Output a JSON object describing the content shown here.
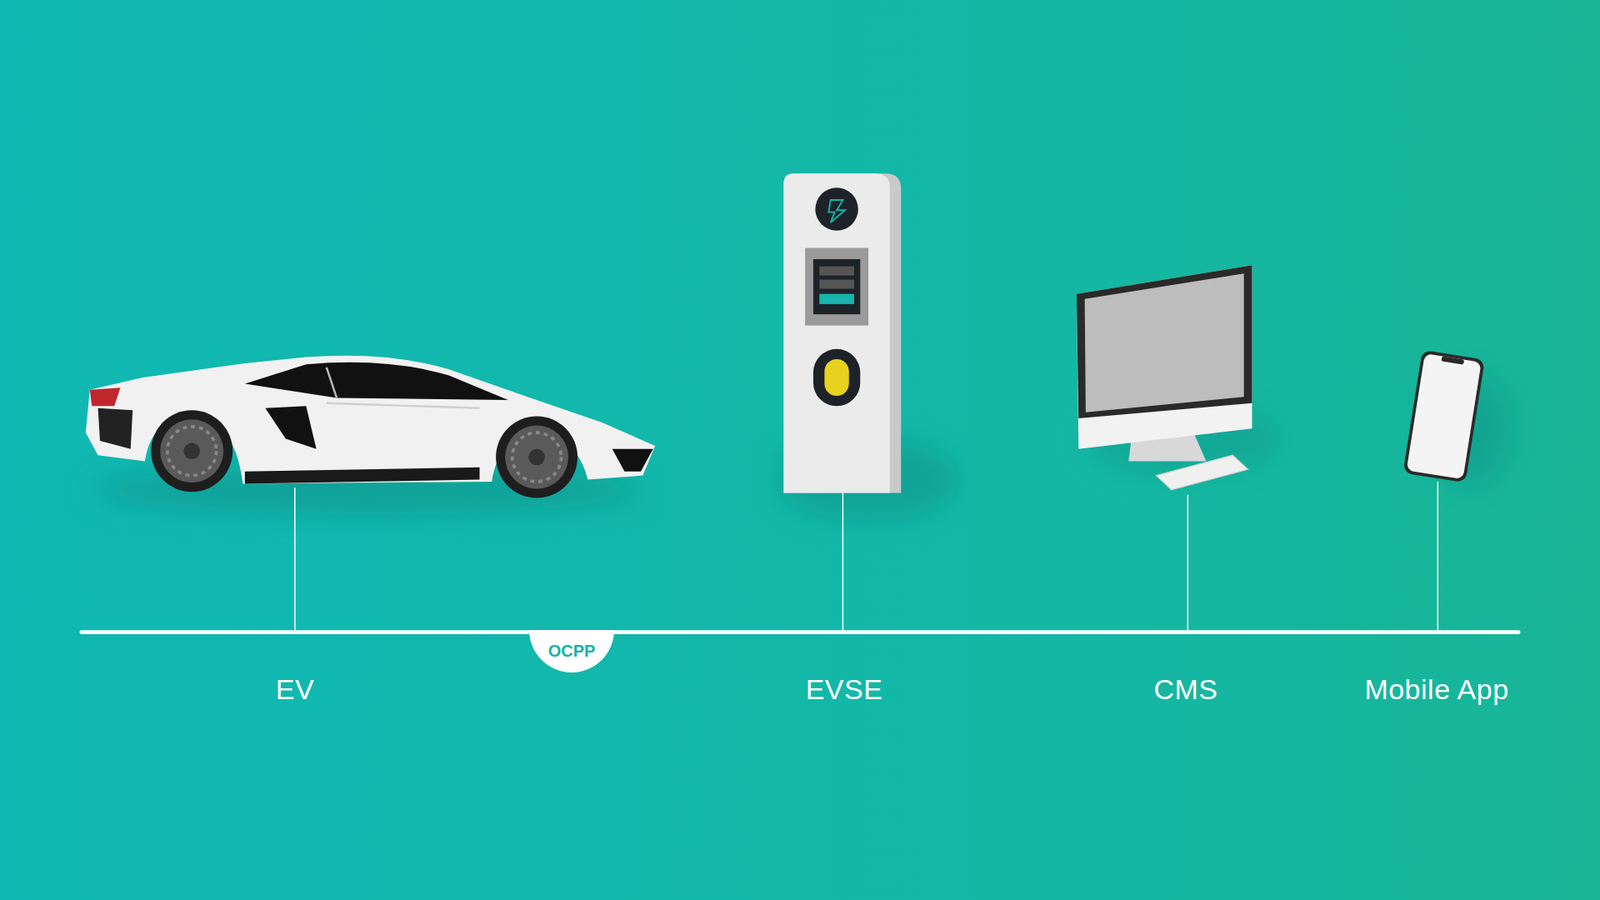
{
  "diagram": {
    "nodes": [
      {
        "text": [
          "OCPP"
        ]
      }
    ],
    "labels": [
      "EV",
      "EVSE",
      "CMS",
      "Mobile App"
    ]
  }
}
